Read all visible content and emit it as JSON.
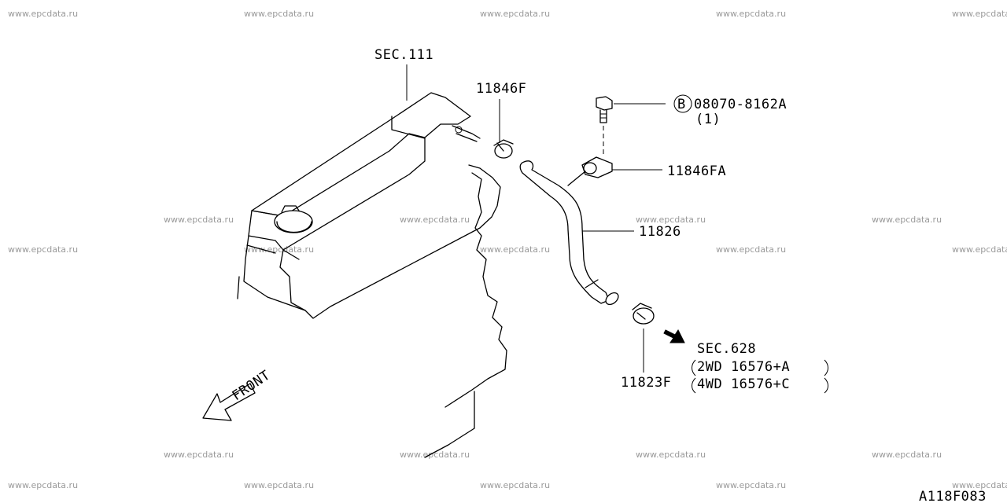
{
  "watermark": "www.epcdata.ru",
  "diagram_code": "A118F083",
  "callouts": {
    "sec111": "SEC.111",
    "clamp_top": "11846F",
    "bolt": "08070-8162A",
    "bolt_qty": "(1)",
    "bolt_symbol": "B",
    "bracket": "11846FA",
    "hose": "11826",
    "clamp_bottom": "11823F",
    "sec628": "SEC.628",
    "sec628_line1": "2WD 16576+A",
    "sec628_line2": "4WD 16576+C",
    "front": "FRONT"
  },
  "colors": {
    "ink": "#000000",
    "watermark": "#9a9a9a",
    "background": "#ffffff"
  }
}
